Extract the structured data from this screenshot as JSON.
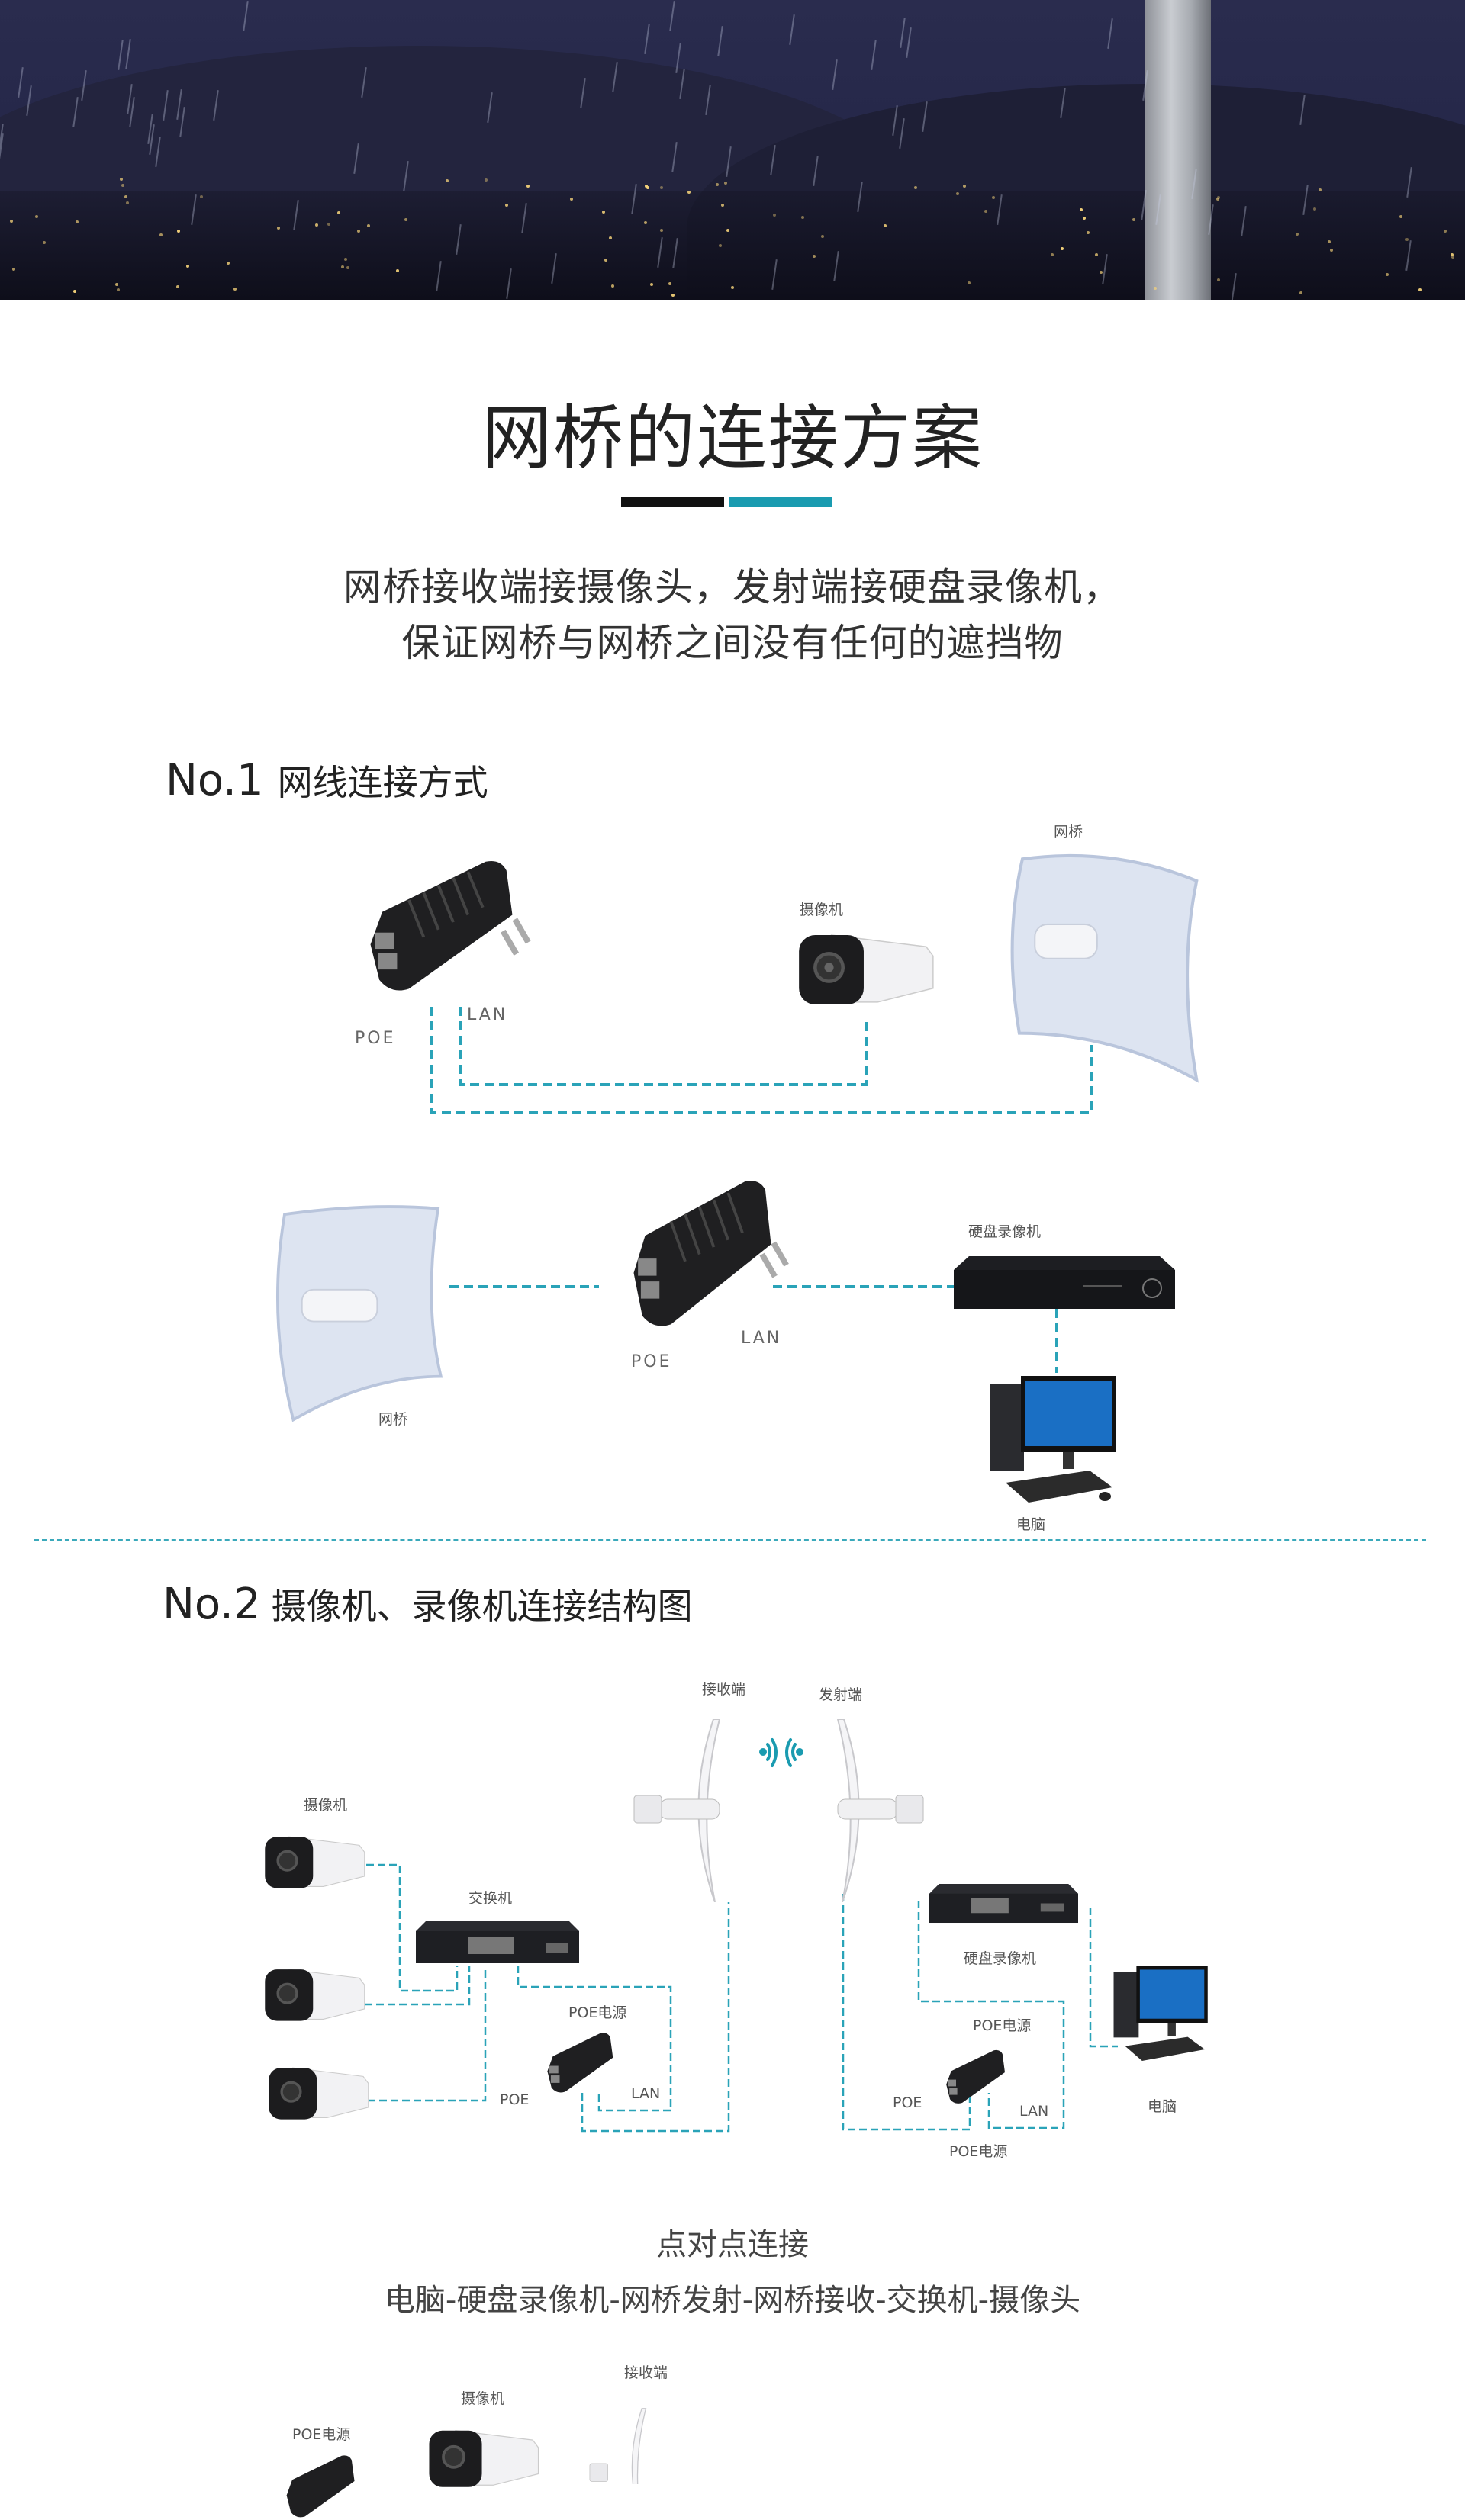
{
  "header": {
    "title": "网桥的连接方案",
    "subtitle_line1": "网桥接收端接摄像头，发射端接硬盘录像机，",
    "subtitle_line2": "保证网桥与网桥之间没有任何的遮挡物",
    "accent_colors": [
      "#111111",
      "#1a9bb0"
    ]
  },
  "section1": {
    "number": "No.1",
    "title": "网线连接方式",
    "labels": {
      "poe_top": "POE",
      "lan_top": "LAN",
      "camera": "摄像机",
      "bridge_top": "网桥",
      "bridge_bottom": "网桥",
      "poe_bottom": "POE",
      "lan_bottom": "LAN",
      "nvr": "硬盘录像机",
      "pc": "电脑"
    }
  },
  "section2": {
    "number": "No.2",
    "title": "摄像机、录像机连接结构图",
    "labels": {
      "receiver": "接收端",
      "transmitter": "发射端",
      "camera": "摄像机",
      "switch": "交换机",
      "poe_power_left": "POE电源",
      "poe_left": "POE",
      "lan_left": "LAN",
      "nvr": "硬盘录像机",
      "poe_power_right": "POE电源",
      "poe_right": "POE",
      "lan_right": "LAN",
      "poe_power_bottom": "POE电源",
      "pc": "电脑"
    },
    "caption_title": "点对点连接",
    "caption_chain": "电脑-硬盘录像机-网桥发射-网桥接收-交换机-摄像头"
  },
  "section3_partial": {
    "receiver": "接收端",
    "camera": "摄像机",
    "poe_power": "POE电源"
  },
  "colors": {
    "line": "#2aa3b8",
    "label": "#555555"
  }
}
